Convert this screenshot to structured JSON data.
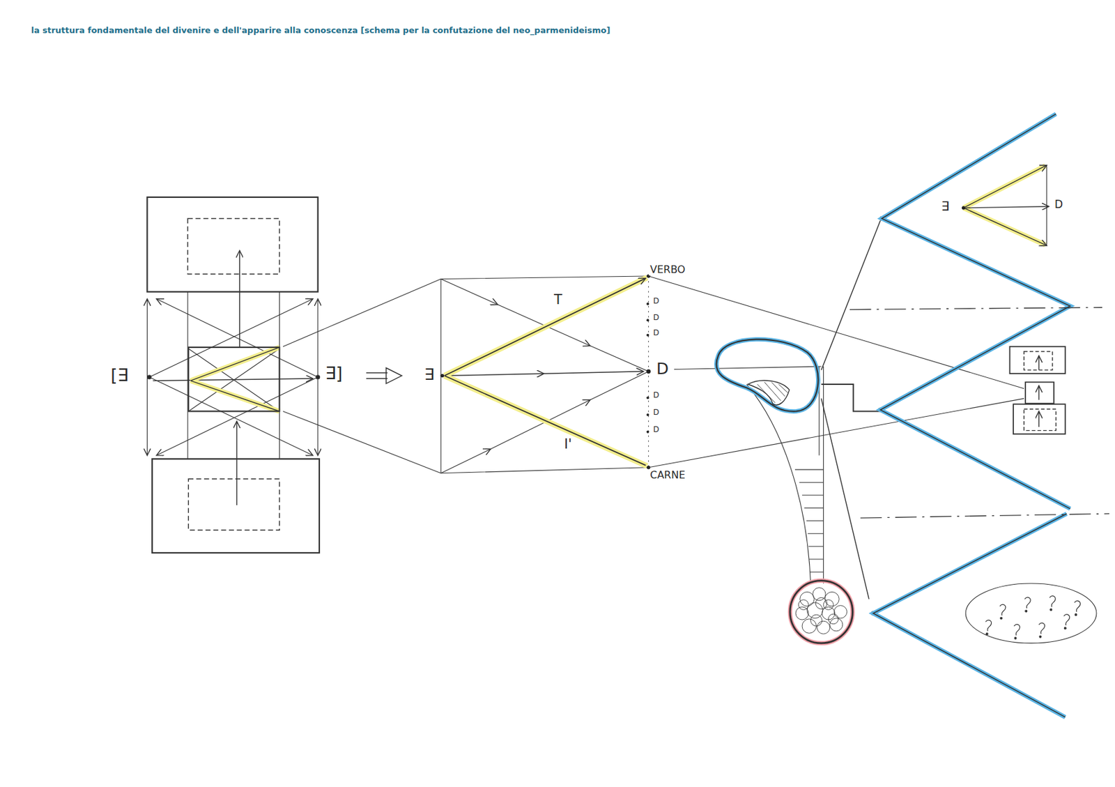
{
  "diagram": {
    "title": "la struttura fondamentale del divenire e dell'apparire alla conoscenza [schema per la confutazione del neo_parmenideismo]",
    "labels": [
      "[∃",
      "∃]",
      "∃",
      "T",
      "I'",
      "VERBO",
      "D",
      "D",
      "D",
      "D",
      "D",
      "D",
      "D",
      "CARNE",
      "∃",
      "D"
    ]
  }
}
